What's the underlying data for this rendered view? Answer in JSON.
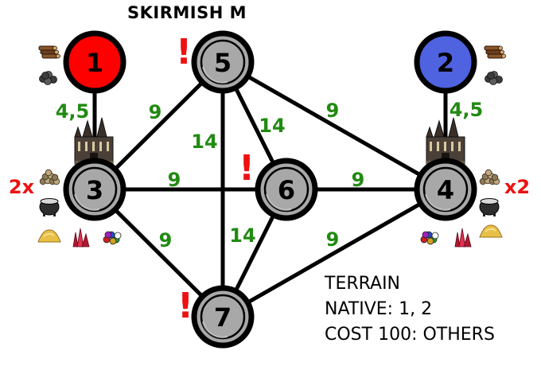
{
  "title": "SKIRMISH M",
  "colors": {
    "player1": "#ff0000",
    "player2": "#4f62e0",
    "node": "#a8a8a8",
    "node_ring": "#000000",
    "edge": "#000000",
    "weight": "#218a12",
    "alert": "#ee1111"
  },
  "nodes": [
    {
      "id": "1",
      "label": "1",
      "kind": "player1"
    },
    {
      "id": "2",
      "label": "2",
      "kind": "player2"
    },
    {
      "id": "3",
      "label": "3",
      "kind": "zone"
    },
    {
      "id": "4",
      "label": "4",
      "kind": "zone"
    },
    {
      "id": "5",
      "label": "5",
      "kind": "zone"
    },
    {
      "id": "6",
      "label": "6",
      "kind": "zone"
    },
    {
      "id": "7",
      "label": "7",
      "kind": "zone"
    }
  ],
  "edges": [
    {
      "from": "1",
      "to": "3",
      "weight": "4,5"
    },
    {
      "from": "2",
      "to": "4",
      "weight": "4,5"
    },
    {
      "from": "3",
      "to": "5",
      "weight": "9"
    },
    {
      "from": "3",
      "to": "6",
      "weight": "9"
    },
    {
      "from": "3",
      "to": "7",
      "weight": "9"
    },
    {
      "from": "5",
      "to": "7",
      "weight": "14"
    },
    {
      "from": "5",
      "to": "6",
      "weight": "14"
    },
    {
      "from": "5",
      "to": "4",
      "weight": "9"
    },
    {
      "from": "6",
      "to": "4",
      "weight": "9"
    },
    {
      "from": "6",
      "to": "7",
      "weight": "14"
    },
    {
      "from": "7",
      "to": "4",
      "weight": "9"
    }
  ],
  "alerts": [
    {
      "node": "5",
      "text": "!"
    },
    {
      "node": "6",
      "text": "!"
    },
    {
      "node": "7",
      "text": "!"
    }
  ],
  "multipliers": [
    {
      "node": "3",
      "text": "2x"
    },
    {
      "node": "4",
      "text": "x2"
    }
  ],
  "icons": {
    "player1": [
      "wood-icon",
      "ore-icon"
    ],
    "player2": [
      "wood-icon",
      "ore-icon"
    ],
    "zone3": [
      "castle-icon",
      "ore-pile-icon",
      "mercury-cauldron-icon",
      "sulfur-icon",
      "crystal-icon",
      "gems-icon"
    ],
    "zone4": [
      "castle-icon",
      "ore-pile-icon",
      "mercury-cauldron-icon",
      "gems-icon",
      "crystal-icon",
      "sulfur-icon"
    ]
  },
  "terrain_info": {
    "line1": "TERRAIN",
    "line2": "NATIVE: 1, 2",
    "line3": "COST 100: OTHERS"
  }
}
